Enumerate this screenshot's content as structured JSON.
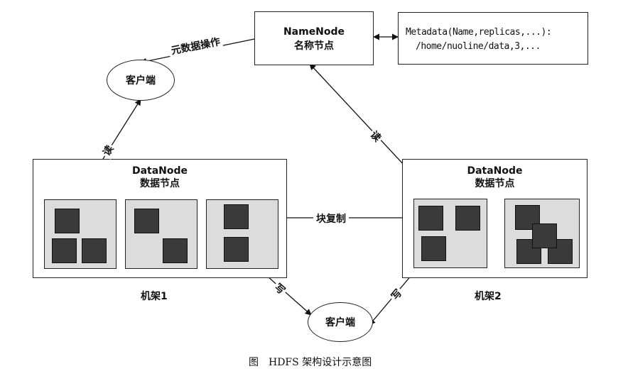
{
  "namenode": {
    "title": "NameNode",
    "subtitle": "名称节点"
  },
  "metadata": {
    "line1": "Metadata(Name,replicas,...):",
    "line2": "/home/nuoline/data,3,..."
  },
  "client_top": {
    "label": "客户端"
  },
  "client_bottom": {
    "label": "客户端"
  },
  "rack1": {
    "datanode_title": "DataNode",
    "datanode_subtitle": "数据节点",
    "label": "机架1"
  },
  "rack2": {
    "datanode_title": "DataNode",
    "datanode_subtitle": "数据节点",
    "label": "机架2"
  },
  "edges": {
    "metadata_op": "元数据操作",
    "read_left": "读",
    "read_right": "读",
    "block_copy": "块复制",
    "write_left": "写",
    "write_right": "写"
  },
  "caption": "图　HDFS 架构设计示意图"
}
